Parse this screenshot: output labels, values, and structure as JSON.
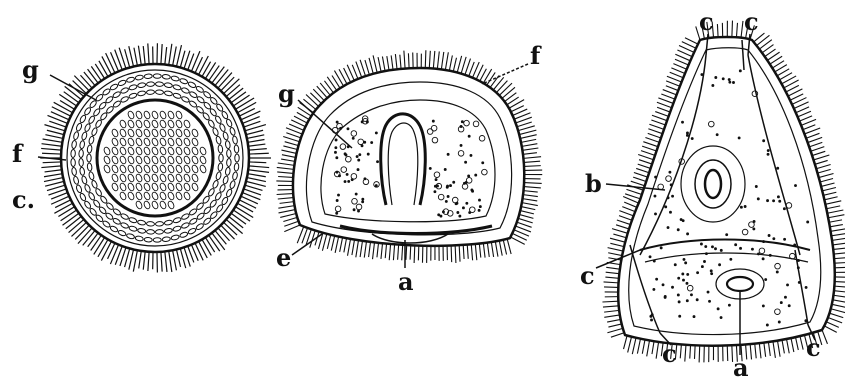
{
  "figure": {
    "ink_color": "#111111",
    "paper_color": "#ffffff",
    "section_1": {
      "labels": {
        "g": "g",
        "f": "f",
        "c": "c."
      }
    },
    "section_2": {
      "labels": {
        "g": "g",
        "f": "f",
        "e": "e",
        "a": "a"
      }
    },
    "section_3": {
      "labels": {
        "c_top_left": "c",
        "c_top_right": "c",
        "b": "b",
        "c_mid": "c",
        "c_bottom_left": "c",
        "c_bottom_right": "c",
        "a": "a"
      }
    }
  }
}
